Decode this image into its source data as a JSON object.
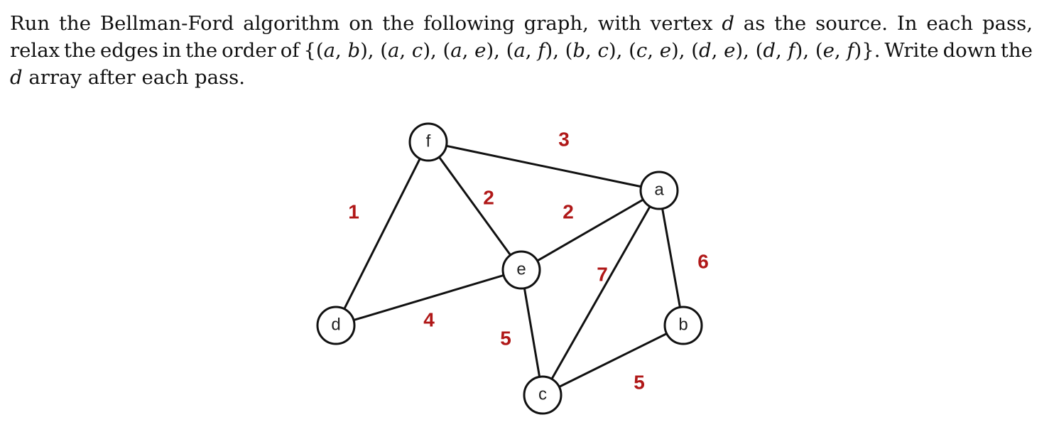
{
  "question": {
    "line1": "Run the Bellman-Ford algorithm on the following graph, with vertex d as the source. In each pass,",
    "line2": "relax the edges in the order of {(a, b), (a, c), (a, e), (a, f), (b, c), (c, e), (d, e), (d, f), (e, f)}. Write down the",
    "line3": "d array after each pass."
  },
  "graph": {
    "colors": {
      "edge": "#111111",
      "node_stroke": "#111111",
      "node_fill": "#ffffff",
      "weight": "#b01818"
    },
    "nodes": [
      {
        "id": "f",
        "label": "f"
      },
      {
        "id": "a",
        "label": "a"
      },
      {
        "id": "e",
        "label": "e"
      },
      {
        "id": "d",
        "label": "d"
      },
      {
        "id": "b",
        "label": "b"
      },
      {
        "id": "c",
        "label": "c"
      }
    ],
    "edges": [
      {
        "from": "f",
        "to": "a",
        "weight": "3"
      },
      {
        "from": "f",
        "to": "d",
        "weight": "1"
      },
      {
        "from": "f",
        "to": "e",
        "weight": "2"
      },
      {
        "from": "e",
        "to": "a",
        "weight": "2"
      },
      {
        "from": "a",
        "to": "b",
        "weight": "6"
      },
      {
        "from": "a",
        "to": "c",
        "weight": "7"
      },
      {
        "from": "d",
        "to": "e",
        "weight": "4"
      },
      {
        "from": "e",
        "to": "c",
        "weight": "5"
      },
      {
        "from": "c",
        "to": "b",
        "weight": "5"
      }
    ]
  }
}
